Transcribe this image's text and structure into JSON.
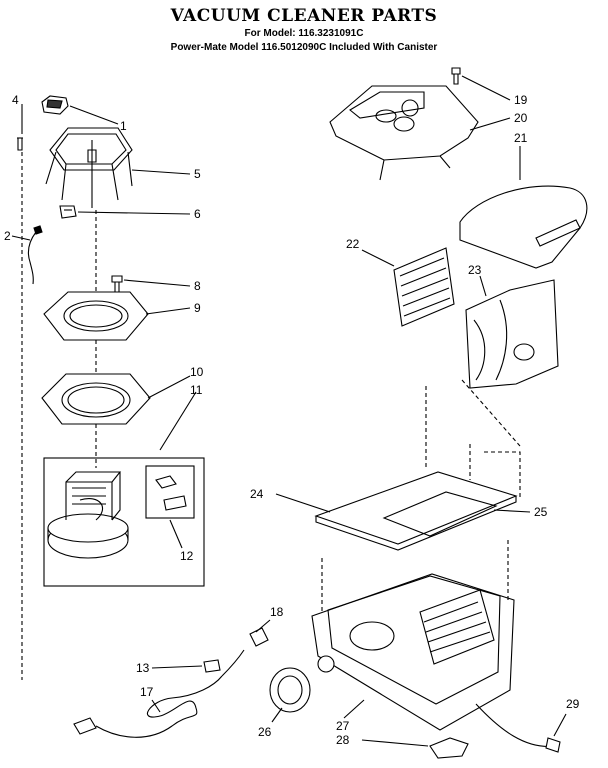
{
  "header": {
    "title": "VACUUM CLEANER PARTS",
    "model_line": "For Model: 116.3231091C",
    "powermate_line": "Power-Mate Model 116.5012090C Included  With Canister"
  },
  "callouts": [
    {
      "id": "1",
      "label": "1"
    },
    {
      "id": "2",
      "label": "2"
    },
    {
      "id": "4",
      "label": "4"
    },
    {
      "id": "5",
      "label": "5"
    },
    {
      "id": "6",
      "label": "6"
    },
    {
      "id": "8",
      "label": "8"
    },
    {
      "id": "9",
      "label": "9"
    },
    {
      "id": "10",
      "label": "10"
    },
    {
      "id": "11",
      "label": "11"
    },
    {
      "id": "12",
      "label": "12"
    },
    {
      "id": "13",
      "label": "13"
    },
    {
      "id": "17",
      "label": "17"
    },
    {
      "id": "18",
      "label": "18"
    },
    {
      "id": "19",
      "label": "19"
    },
    {
      "id": "20",
      "label": "20"
    },
    {
      "id": "21",
      "label": "21"
    },
    {
      "id": "22",
      "label": "22"
    },
    {
      "id": "23",
      "label": "23"
    },
    {
      "id": "24",
      "label": "24"
    },
    {
      "id": "25",
      "label": "25"
    },
    {
      "id": "26",
      "label": "26"
    },
    {
      "id": "27",
      "label": "27"
    },
    {
      "id": "28",
      "label": "28"
    },
    {
      "id": "29",
      "label": "29"
    }
  ]
}
